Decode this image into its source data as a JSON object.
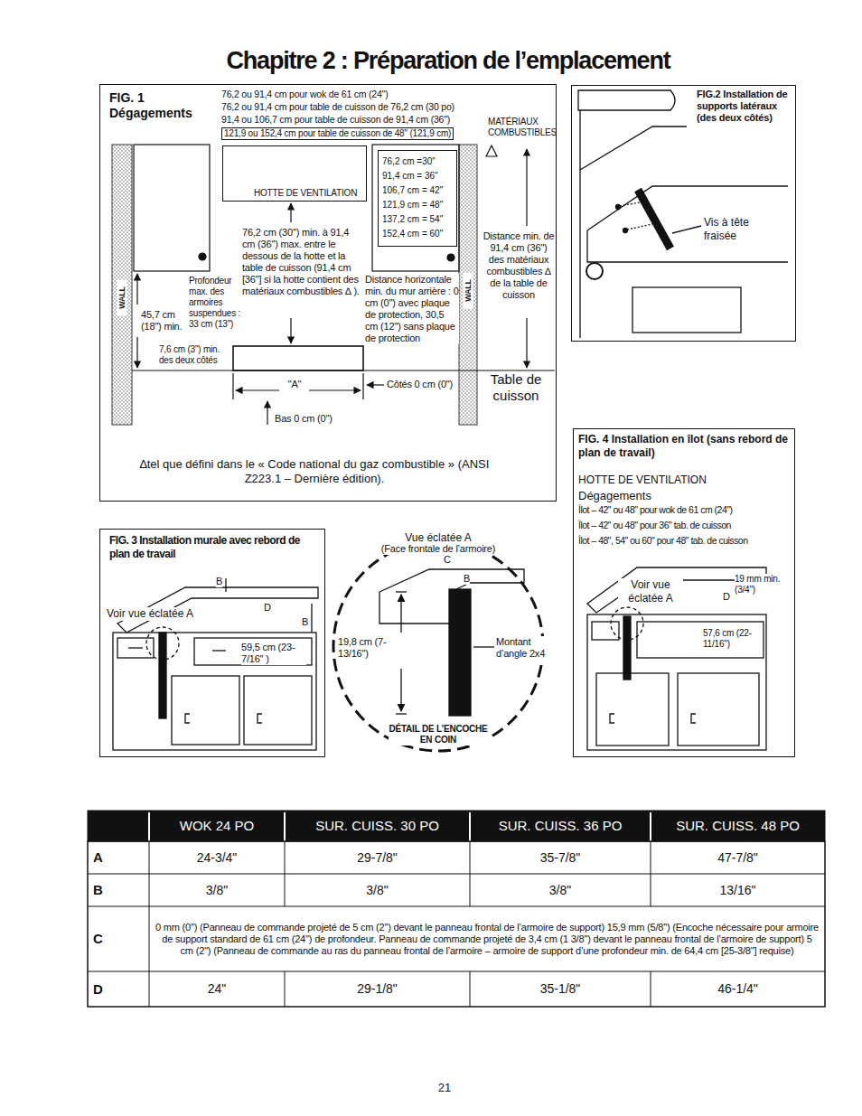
{
  "diagram": {
    "title": "Chapitre 2 : Préparation de l’emplacement",
    "nodes": [
      {
        "text": [
          "FIG. 1 Dégagements"
        ]
      },
      {
        "text": [
          "76,2 cm =30\"",
          "91,4 cm = 36\"",
          "106,7 cm = 42\"",
          "121,9 cm = 48\"",
          "137,2 cm = 54\"",
          "152,4 cm = 60\""
        ],
        "in": 0
      },
      {
        "text": [
          "HOTTE DE VENTILATION"
        ],
        "in": 0
      },
      {
        "text": [
          "FIG.2 Installation de supports latéraux (des deux côtés)"
        ]
      },
      {
        "text": [
          "FIG. 3 Installation murale avec rebord de plan de travail"
        ]
      },
      {
        "text": [
          "FIG. 4 Installation en îlot (sans rebord de plan de travail)"
        ]
      },
      {
        "text": [
          "Vue éclatée A",
          "(Face frontale de l’armoire)",
          "DÉTAIL DE L’ENCOCHE EN COIN"
        ]
      }
    ],
    "labels": [
      "76,2 ou 91,4 cm pour wok de 61 cm (24\")",
      "76,2 ou 91,4 cm pour table de cuisson de 76,2 cm (30 po)",
      "91,4 ou 106,7 cm pour table de cuisson de 91,4 cm (36\")",
      "121,9 ou 152,4 cm pour table de cuisson de 48\" (121,9 cm)",
      "MATÉRIAUX COMBUSTIBLES",
      "76,2 cm (30'') min. à 91,4 cm (36'') max. entre le dessous de la hotte et la table de cuisson (91,4 cm [36\"] si la hotte contient des matériaux combustibles ∆ ).",
      "Profondeur max. des armoires suspendues : 33 cm (13\")",
      "45,7 cm (18'') min.",
      "7,6 cm (3\") min. des deux côtés",
      "Distance horizontale min. du mur arrière : 0 cm (0'') avec plaque de protection, 30,5 cm (12'') sans plaque de protection",
      "Distance min. de 91,4 cm (36'') des matériaux combustibles ∆ de la table de cuisson",
      "WALL",
      "WALL",
      "\"A\"",
      "Côtés 0 cm (0\")",
      "Bas 0 cm (0'')",
      "Table de cuisson",
      "∆tel que défini dans le « Code national du gaz combustible » (ANSI Z223.1 – Dernière édition).",
      "Vis à tête fraisée",
      "B",
      "D",
      "B",
      "Voir vue éclatée A",
      "59,5 cm (23-7/16'' )",
      "C",
      "B",
      "19,8 cm (7-13/16\")",
      "Montant d’angle 2x4",
      "HOTTE DE VENTILATION",
      "Dégagements",
      "Îlot – 42\" ou 48\" pour wok de 61 cm (24\")",
      "Îlot – 42\" ou 48\" pour 36\" tab. de cuisson",
      "Îlot – 48\", 54\" ou 60\" pour 48\" tab. de cuisson",
      "Voir vue éclatée A",
      "D",
      "19 mm min. (3/4'')",
      "57,6 cm (22-11/16'')",
      "WOK 24 PO",
      "SUR. CUISS. 30 PO",
      "SUR. CUISS. 36 PO",
      "SUR. CUISS. 48 PO",
      "A",
      "24-3/4\"",
      "29-7/8\"",
      "35-7/8\"",
      "47-7/8\"",
      "B",
      "3/8\"",
      "3/8\"",
      "3/8\"",
      "13/16\"",
      "C",
      "0 mm (0'') (Panneau de commande projeté de 5 cm (2'') devant le panneau frontal de l’armoire de support) 15,9 mm (5/8'') (Encoche nécessaire pour armoire de support standard de 61 cm (24'') de profondeur. Panneau de commande projeté de 3,4 cm (1 3/8'') devant le panneau frontal de l’armoire de support) 5 cm (2'') (Panneau de commande au ras du panneau frontal de l’armoire – armoire de support d’une profondeur min. de 64,4 cm [25-3/8''] requise)",
      "D",
      "24\"",
      "29-1/8\"",
      "35-1/8\"",
      "46-1/4\"",
      "21"
    ]
  }
}
